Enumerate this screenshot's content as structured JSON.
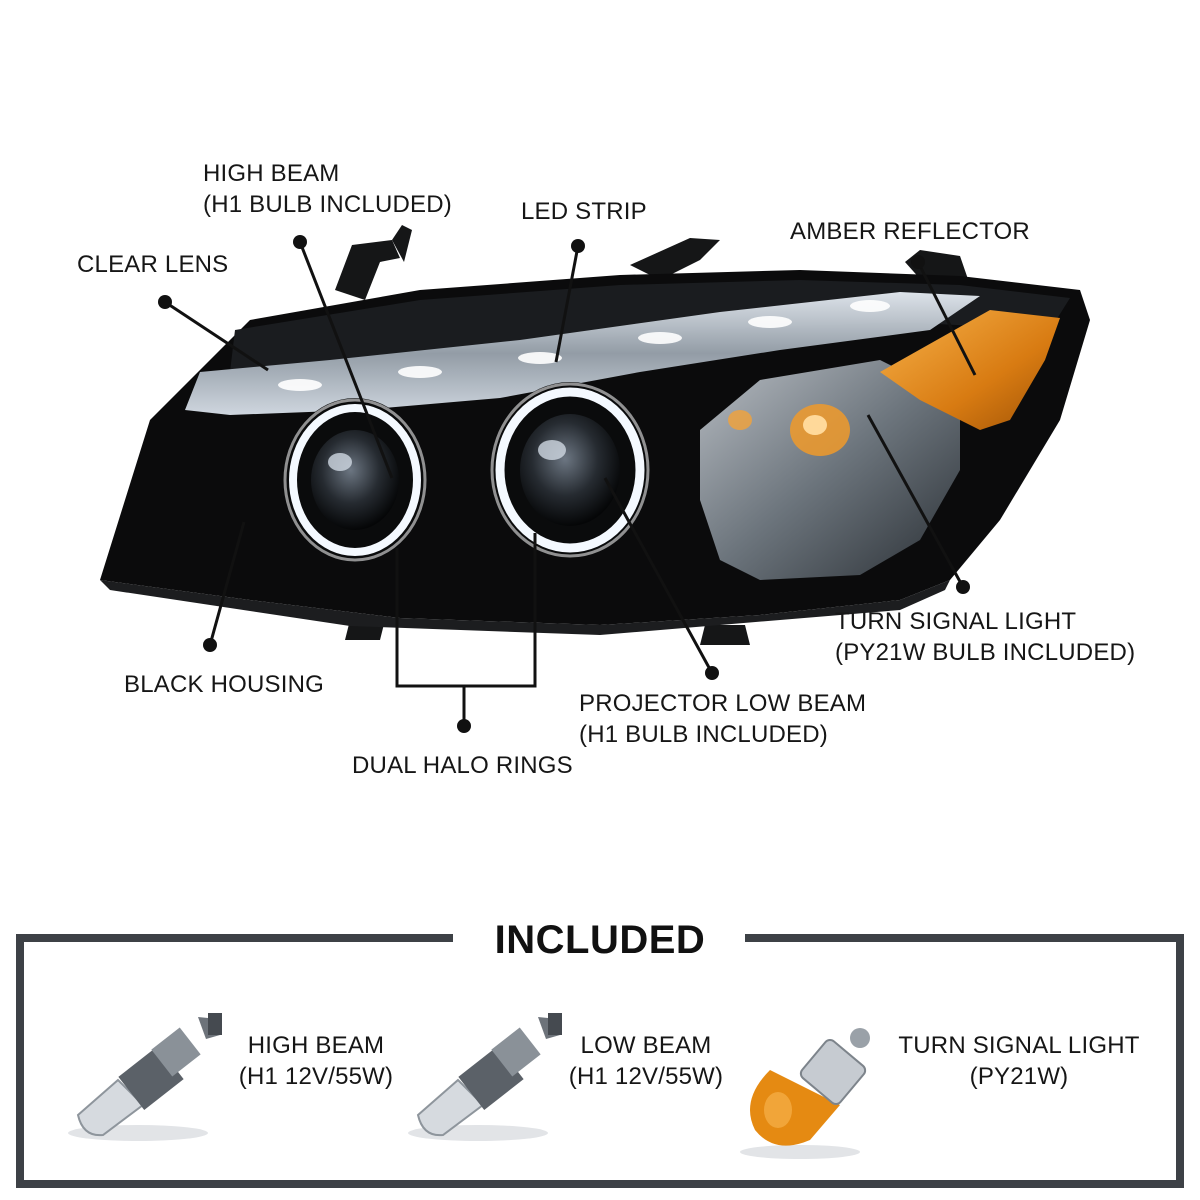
{
  "callouts": {
    "high_beam": {
      "line1": "HIGH BEAM",
      "line2": "(H1 BULB INCLUDED)"
    },
    "led_strip": {
      "line1": "LED STRIP"
    },
    "amber_reflector": {
      "line1": "AMBER REFLECTOR"
    },
    "clear_lens": {
      "line1": "CLEAR LENS"
    },
    "turn_signal": {
      "line1": "TURN SIGNAL LIGHT",
      "line2": "(PY21W BULB INCLUDED)"
    },
    "black_housing": {
      "line1": "BLACK HOUSING"
    },
    "projector_low_beam": {
      "line1": "PROJECTOR LOW BEAM",
      "line2": "(H1 BULB INCLUDED)"
    },
    "dual_halo": {
      "line1": "DUAL HALO RINGS"
    }
  },
  "included": {
    "title": "INCLUDED",
    "items": [
      {
        "line1": "HIGH BEAM",
        "line2": "(H1 12V/55W)"
      },
      {
        "line1": "LOW BEAM",
        "line2": "(H1 12V/55W)"
      },
      {
        "line1": "TURN SIGNAL LIGHT",
        "line2": "(PY21W)"
      }
    ]
  },
  "colors": {
    "housing": "#0b0b0c",
    "amber": "#e08a1c",
    "frame": "#3d4146",
    "halo": "#e9f3ff"
  }
}
